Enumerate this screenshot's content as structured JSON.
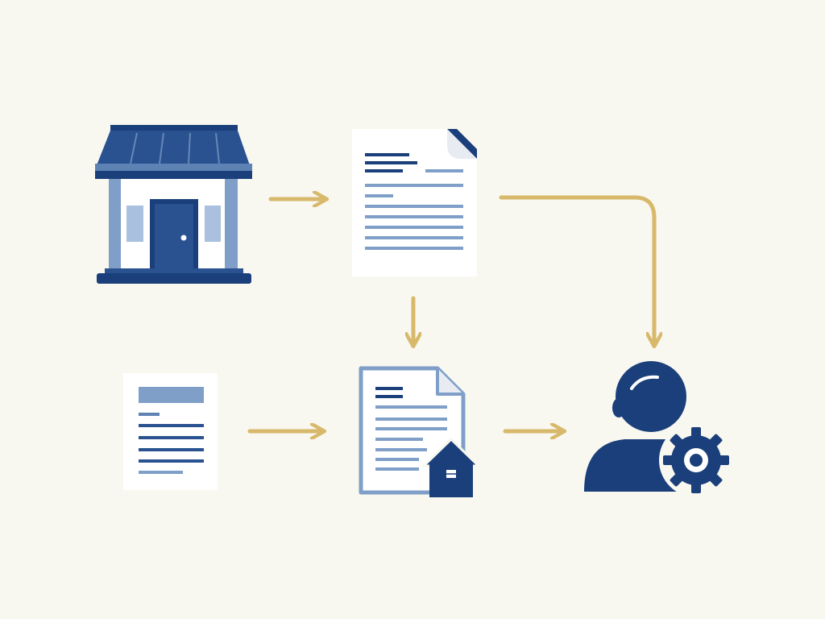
{
  "colors": {
    "background": "#f8f8f0",
    "navy": "#1a3f7a",
    "light_blue": "#7f9fc8",
    "gold": "#d8b86a",
    "paper": "#ffffff"
  },
  "icons": {
    "storefront": "storefront-icon",
    "document_top": "document-icon",
    "document_small": "document-icon",
    "document_house": "document-house-icon",
    "user_gear": "user-settings-icon"
  },
  "connections": [
    {
      "from": "storefront",
      "to": "document_top",
      "type": "arrow"
    },
    {
      "from": "document_top",
      "to": "document_house",
      "type": "arrow"
    },
    {
      "from": "document_top",
      "to": "user_gear",
      "type": "elbow-arrow"
    },
    {
      "from": "document_small",
      "to": "document_house",
      "type": "arrow"
    },
    {
      "from": "document_house",
      "to": "user_gear",
      "type": "arrow"
    }
  ]
}
